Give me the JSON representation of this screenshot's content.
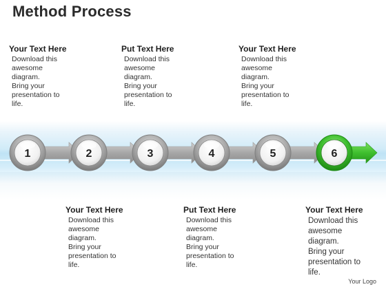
{
  "title": "Method Process",
  "accent": "#3fbf2f",
  "neutral": "#a7a7a7",
  "steps": [
    {
      "number": "1",
      "highlighted": false
    },
    {
      "number": "2",
      "highlighted": false
    },
    {
      "number": "3",
      "highlighted": false
    },
    {
      "number": "4",
      "highlighted": false
    },
    {
      "number": "5",
      "highlighted": false
    },
    {
      "number": "6",
      "highlighted": true
    }
  ],
  "blocks": [
    {
      "heading": "Your Text Here",
      "body": "Download this\nawesome\ndiagram.\nBring your\npresentation to\nlife."
    },
    {
      "heading": "Your Text Here",
      "body": "Download this\nawesome\ndiagram.\nBring your\npresentation to\nlife."
    },
    {
      "heading": "Put Text Here",
      "body": "Download this\nawesome\ndiagram.\nBring your\npresentation to\nlife."
    },
    {
      "heading": "Put Text Here",
      "body": "Download this\nawesome\ndiagram.\nBring your\npresentation to\nlife."
    },
    {
      "heading": "Your Text Here",
      "body": "Download this\nawesome\ndiagram.\nBring your\npresentation to\nlife."
    },
    {
      "heading": "Your Text Here",
      "body": "Download this\nawesome\ndiagram.\nBring your\npresentation to\nlife."
    }
  ],
  "logo": "Your Logo"
}
